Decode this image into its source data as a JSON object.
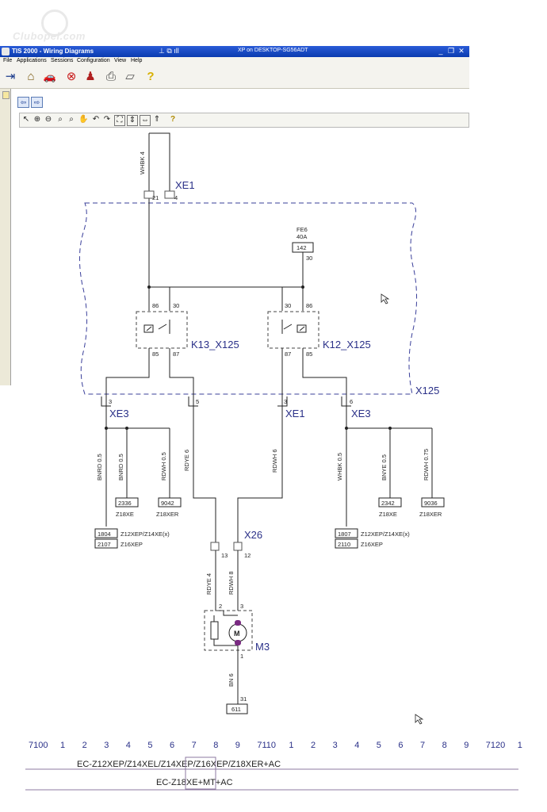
{
  "watermark": {
    "text": "Clubopel.com"
  },
  "window": {
    "title": "TIS 2000 - Wiring Diagrams",
    "remote_title": "XP on DESKTOP-SG56ADT",
    "pin_icon": "pin-icon",
    "controls": {
      "minimize": "_",
      "restore": "❐",
      "close": "✕"
    }
  },
  "menu": [
    "File",
    "Applications",
    "Sessions",
    "Configuration",
    "View",
    "Help"
  ],
  "toolbar_icons": [
    "exit-icon",
    "home-icon",
    "car-icon",
    "stop-icon",
    "person-icon",
    "print-icon",
    "eraser-icon",
    "help-icon"
  ],
  "toolbar_glyphs": [
    "⇥",
    "⌂",
    "🚗",
    "⊗",
    "♟",
    "⎙",
    "▱",
    "?"
  ],
  "nav": {
    "back": "⇦",
    "forward": "⇨"
  },
  "diagram_tools": [
    "↖",
    "⊕",
    "⊖",
    "⌕",
    "⌕",
    "✋",
    "↶",
    "↷",
    "⛶",
    "⇕",
    "⇔",
    "⇑",
    "?"
  ],
  "diagram": {
    "connectors": {
      "xe1_top": "XE1",
      "xe1_bottom": "XE1",
      "xe3_left": "XE3",
      "xe3_right": "XE3",
      "x125": "X125",
      "x26": "X26",
      "k13": "K13_X125",
      "k12": "K12_X125",
      "m3": "M3"
    },
    "pins": {
      "xe1_top_a": "21",
      "xe1_top_b": "4",
      "k13_86": "86",
      "k13_30": "30",
      "k13_85": "85",
      "k13_87": "87",
      "k12_30": "30",
      "k12_86": "86",
      "k12_87": "87",
      "k12_85": "85",
      "fuse_out": "30",
      "xe3_l": "3",
      "xe1_b5": "5",
      "xe1_b3": "3",
      "xe3_r": "6",
      "x26_13": "13",
      "x26_12": "12",
      "m3_2": "2",
      "m3_3": "3",
      "m3_1": "1",
      "ground_31": "31"
    },
    "fuse": {
      "name": "FE6",
      "rating": "40A",
      "box": "142"
    },
    "wires": {
      "whbk4": "WHBK 4",
      "bnrd05_a": "BNRD 0.5",
      "bnrd05_b": "BNRD 0.5",
      "rdwh05": "RDWH 0.5",
      "rdye6": "RDYE 6",
      "rdwh6": "RDWH 6",
      "whbk05": "WHBK 0.5",
      "bnye05": "BNYE 0.5",
      "rdwh075": "RDWH 0.75",
      "rdye4": "RDYE 4",
      "rdwh8": "RDWH 8",
      "bn6": "BN 6"
    },
    "refs": {
      "r2336": "2336",
      "r9042": "9042",
      "r2342": "2342",
      "r9036": "9036",
      "r1804": "1804",
      "r2107": "2107",
      "r1807": "1807",
      "r2110": "2110",
      "r611": "611"
    },
    "variants": {
      "z18xe_a": "Z18XE",
      "z18xer_a": "Z18XER",
      "z18xe_b": "Z18XE",
      "z18xer_b": "Z18XER",
      "z12_a": "Z12XEP/Z14XE(x)",
      "z16_a": "Z16XEP",
      "z12_b": "Z12XEP/Z14XE(x)",
      "z16_b": "Z16XEP"
    },
    "motor": "M"
  },
  "footer": {
    "grid": [
      "7100",
      "1",
      "2",
      "3",
      "4",
      "5",
      "6",
      "7",
      "8",
      "9",
      "7110",
      "1",
      "2",
      "3",
      "4",
      "5",
      "6",
      "7",
      "8",
      "9",
      "7120",
      "1"
    ],
    "line1": "EC-Z12XEP/Z14XEL/Z14XEP/Z16XEP/Z18XER+AC",
    "line2": "EC-Z18XE+MT+AC"
  }
}
